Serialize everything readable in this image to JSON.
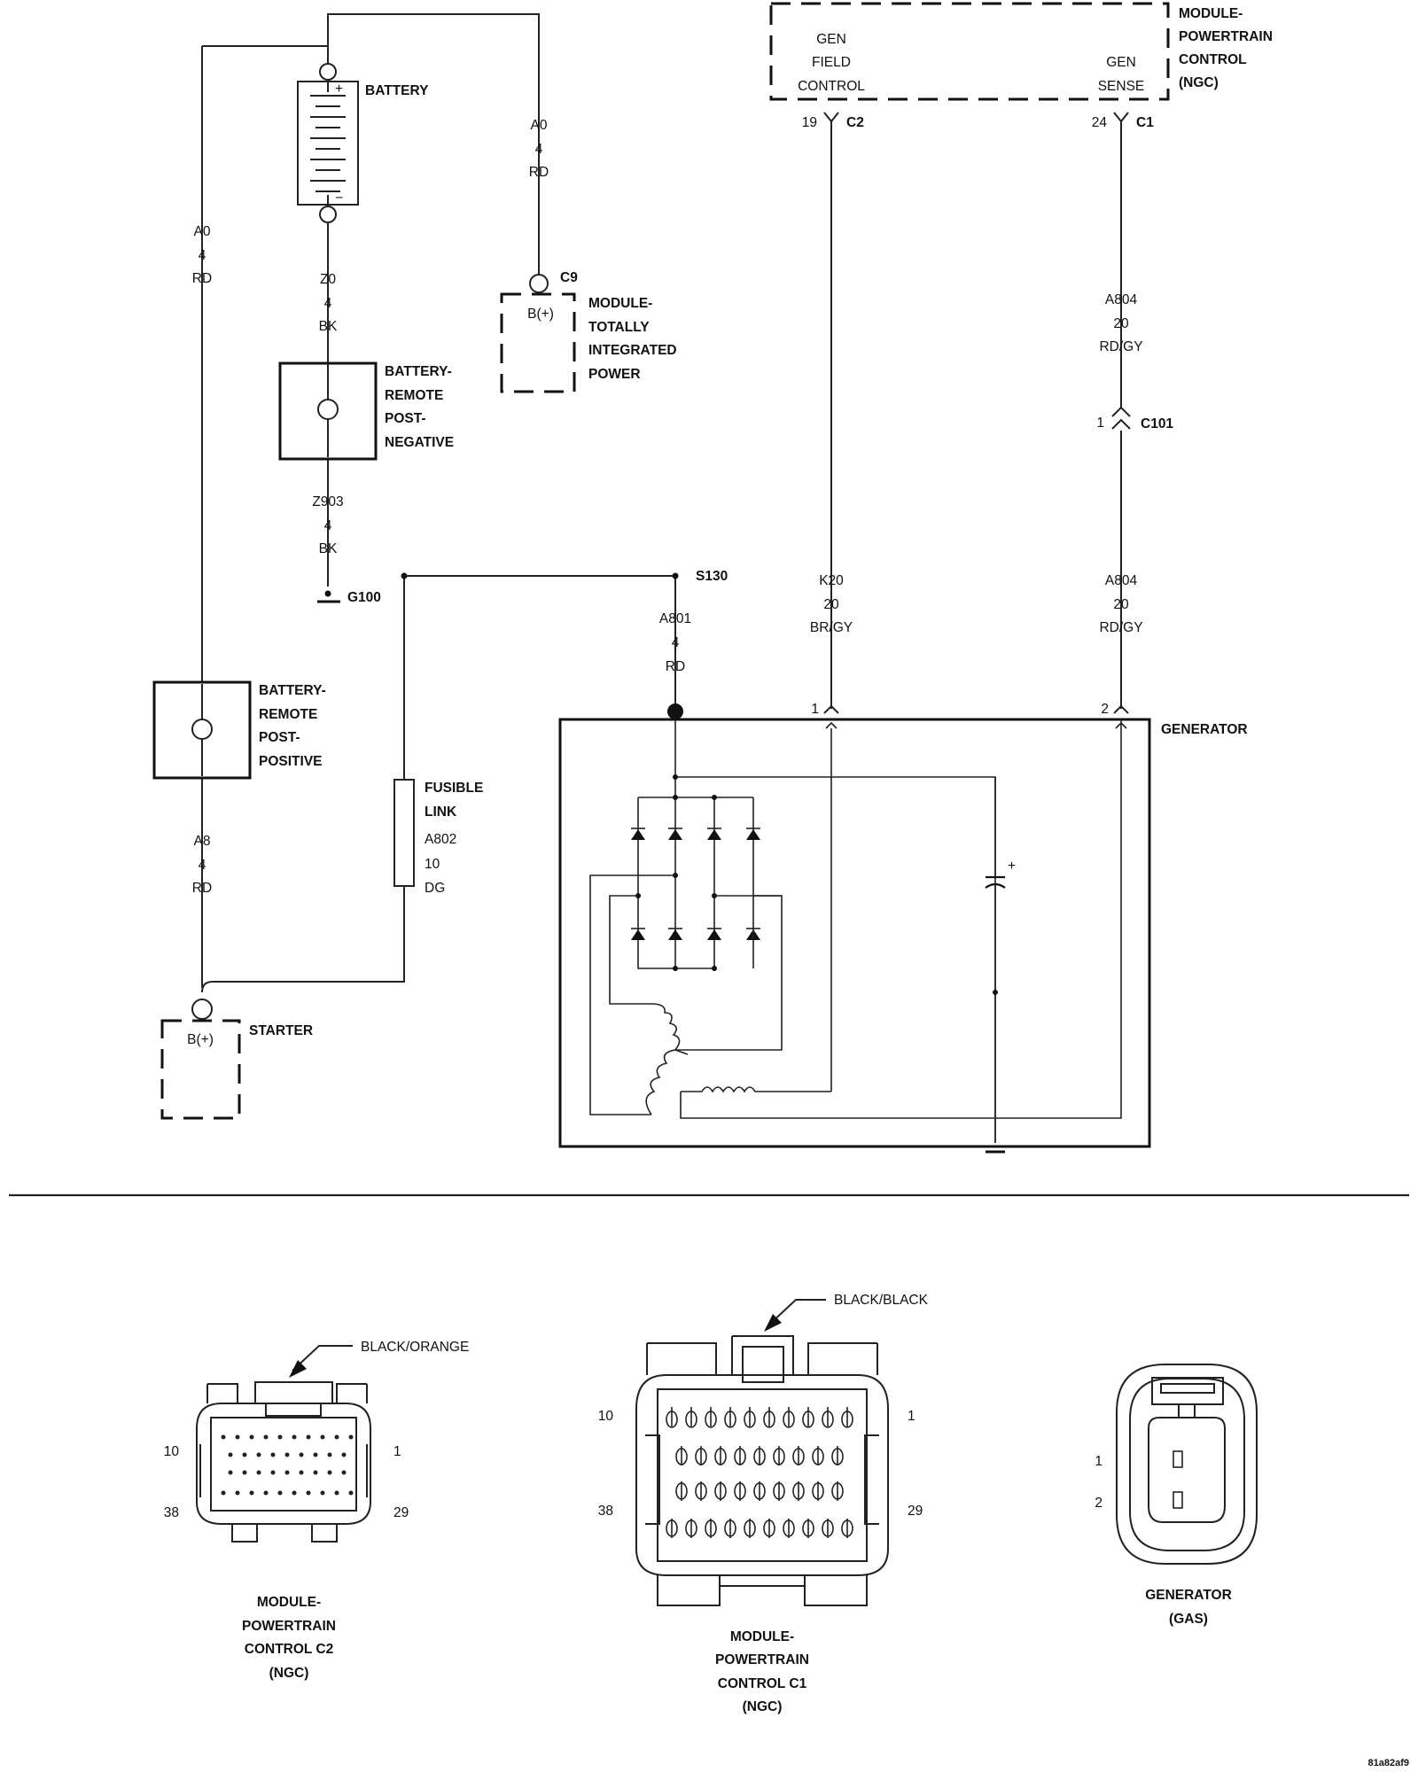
{
  "components": {
    "battery": "BATTERY",
    "battery_plus": "+",
    "battery_minus": "−",
    "tipm": [
      "MODULE-",
      "TOTALLY",
      "INTEGRATED",
      "POWER"
    ],
    "tipm_connector": "C9",
    "tipm_pin": "B(+)",
    "remote_neg": [
      "BATTERY-",
      "REMOTE",
      "POST-",
      "NEGATIVE"
    ],
    "remote_pos": [
      "BATTERY-",
      "REMOTE",
      "POST-",
      "POSITIVE"
    ],
    "ground": "G100",
    "splice": "S130",
    "fusible_link": [
      "FUSIBLE",
      "LINK",
      "A802",
      "10",
      "DG"
    ],
    "starter": "STARTER",
    "starter_pin": "B(+)",
    "pcm": [
      "MODULE-",
      "POWERTRAIN",
      "CONTROL",
      "(NGC)"
    ],
    "pcm_gen_field": [
      "GEN",
      "FIELD",
      "CONTROL"
    ],
    "pcm_gen_sense": [
      "GEN",
      "SENSE"
    ],
    "generator": "GENERATOR",
    "cap_plus": "+"
  },
  "wires": {
    "a0_left": [
      "A0",
      "4",
      "RD"
    ],
    "a0_right": [
      "A0",
      "4",
      "RD"
    ],
    "z0": [
      "Z0",
      "4",
      "BK"
    ],
    "z903": [
      "Z903",
      "4",
      "BK"
    ],
    "a801": [
      "A801",
      "4",
      "RD"
    ],
    "a8": [
      "A8",
      "4",
      "RD"
    ],
    "a804_top": [
      "A804",
      "20",
      "RD/GY"
    ],
    "a804_bottom": [
      "A804",
      "20",
      "RD/GY"
    ],
    "k20": [
      "K20",
      "20",
      "BR/GY"
    ]
  },
  "pins": {
    "c2_pin": "19",
    "c2_name": "C2",
    "c1_pin": "24",
    "c1_name": "C1",
    "c101_pin": "1",
    "c101_name": "C101",
    "gen_pin1": "1",
    "gen_pin2": "2"
  },
  "connector_views": {
    "c2": {
      "callout": "BLACK/ORANGE",
      "pin_tl": "10",
      "pin_tr": "1",
      "pin_bl": "38",
      "pin_br": "29",
      "caption": [
        "MODULE-",
        "POWERTRAIN",
        "CONTROL C2",
        "(NGC)"
      ]
    },
    "c1": {
      "callout": "BLACK/BLACK",
      "pin_tl": "10",
      "pin_tr": "1",
      "pin_bl": "38",
      "pin_br": "29",
      "caption": [
        "MODULE-",
        "POWERTRAIN",
        "CONTROL C1",
        "(NGC)"
      ]
    },
    "gen": {
      "pin1": "1",
      "pin2": "2",
      "caption": [
        "GENERATOR",
        "(GAS)"
      ]
    }
  },
  "figure_id": "81a82af9"
}
